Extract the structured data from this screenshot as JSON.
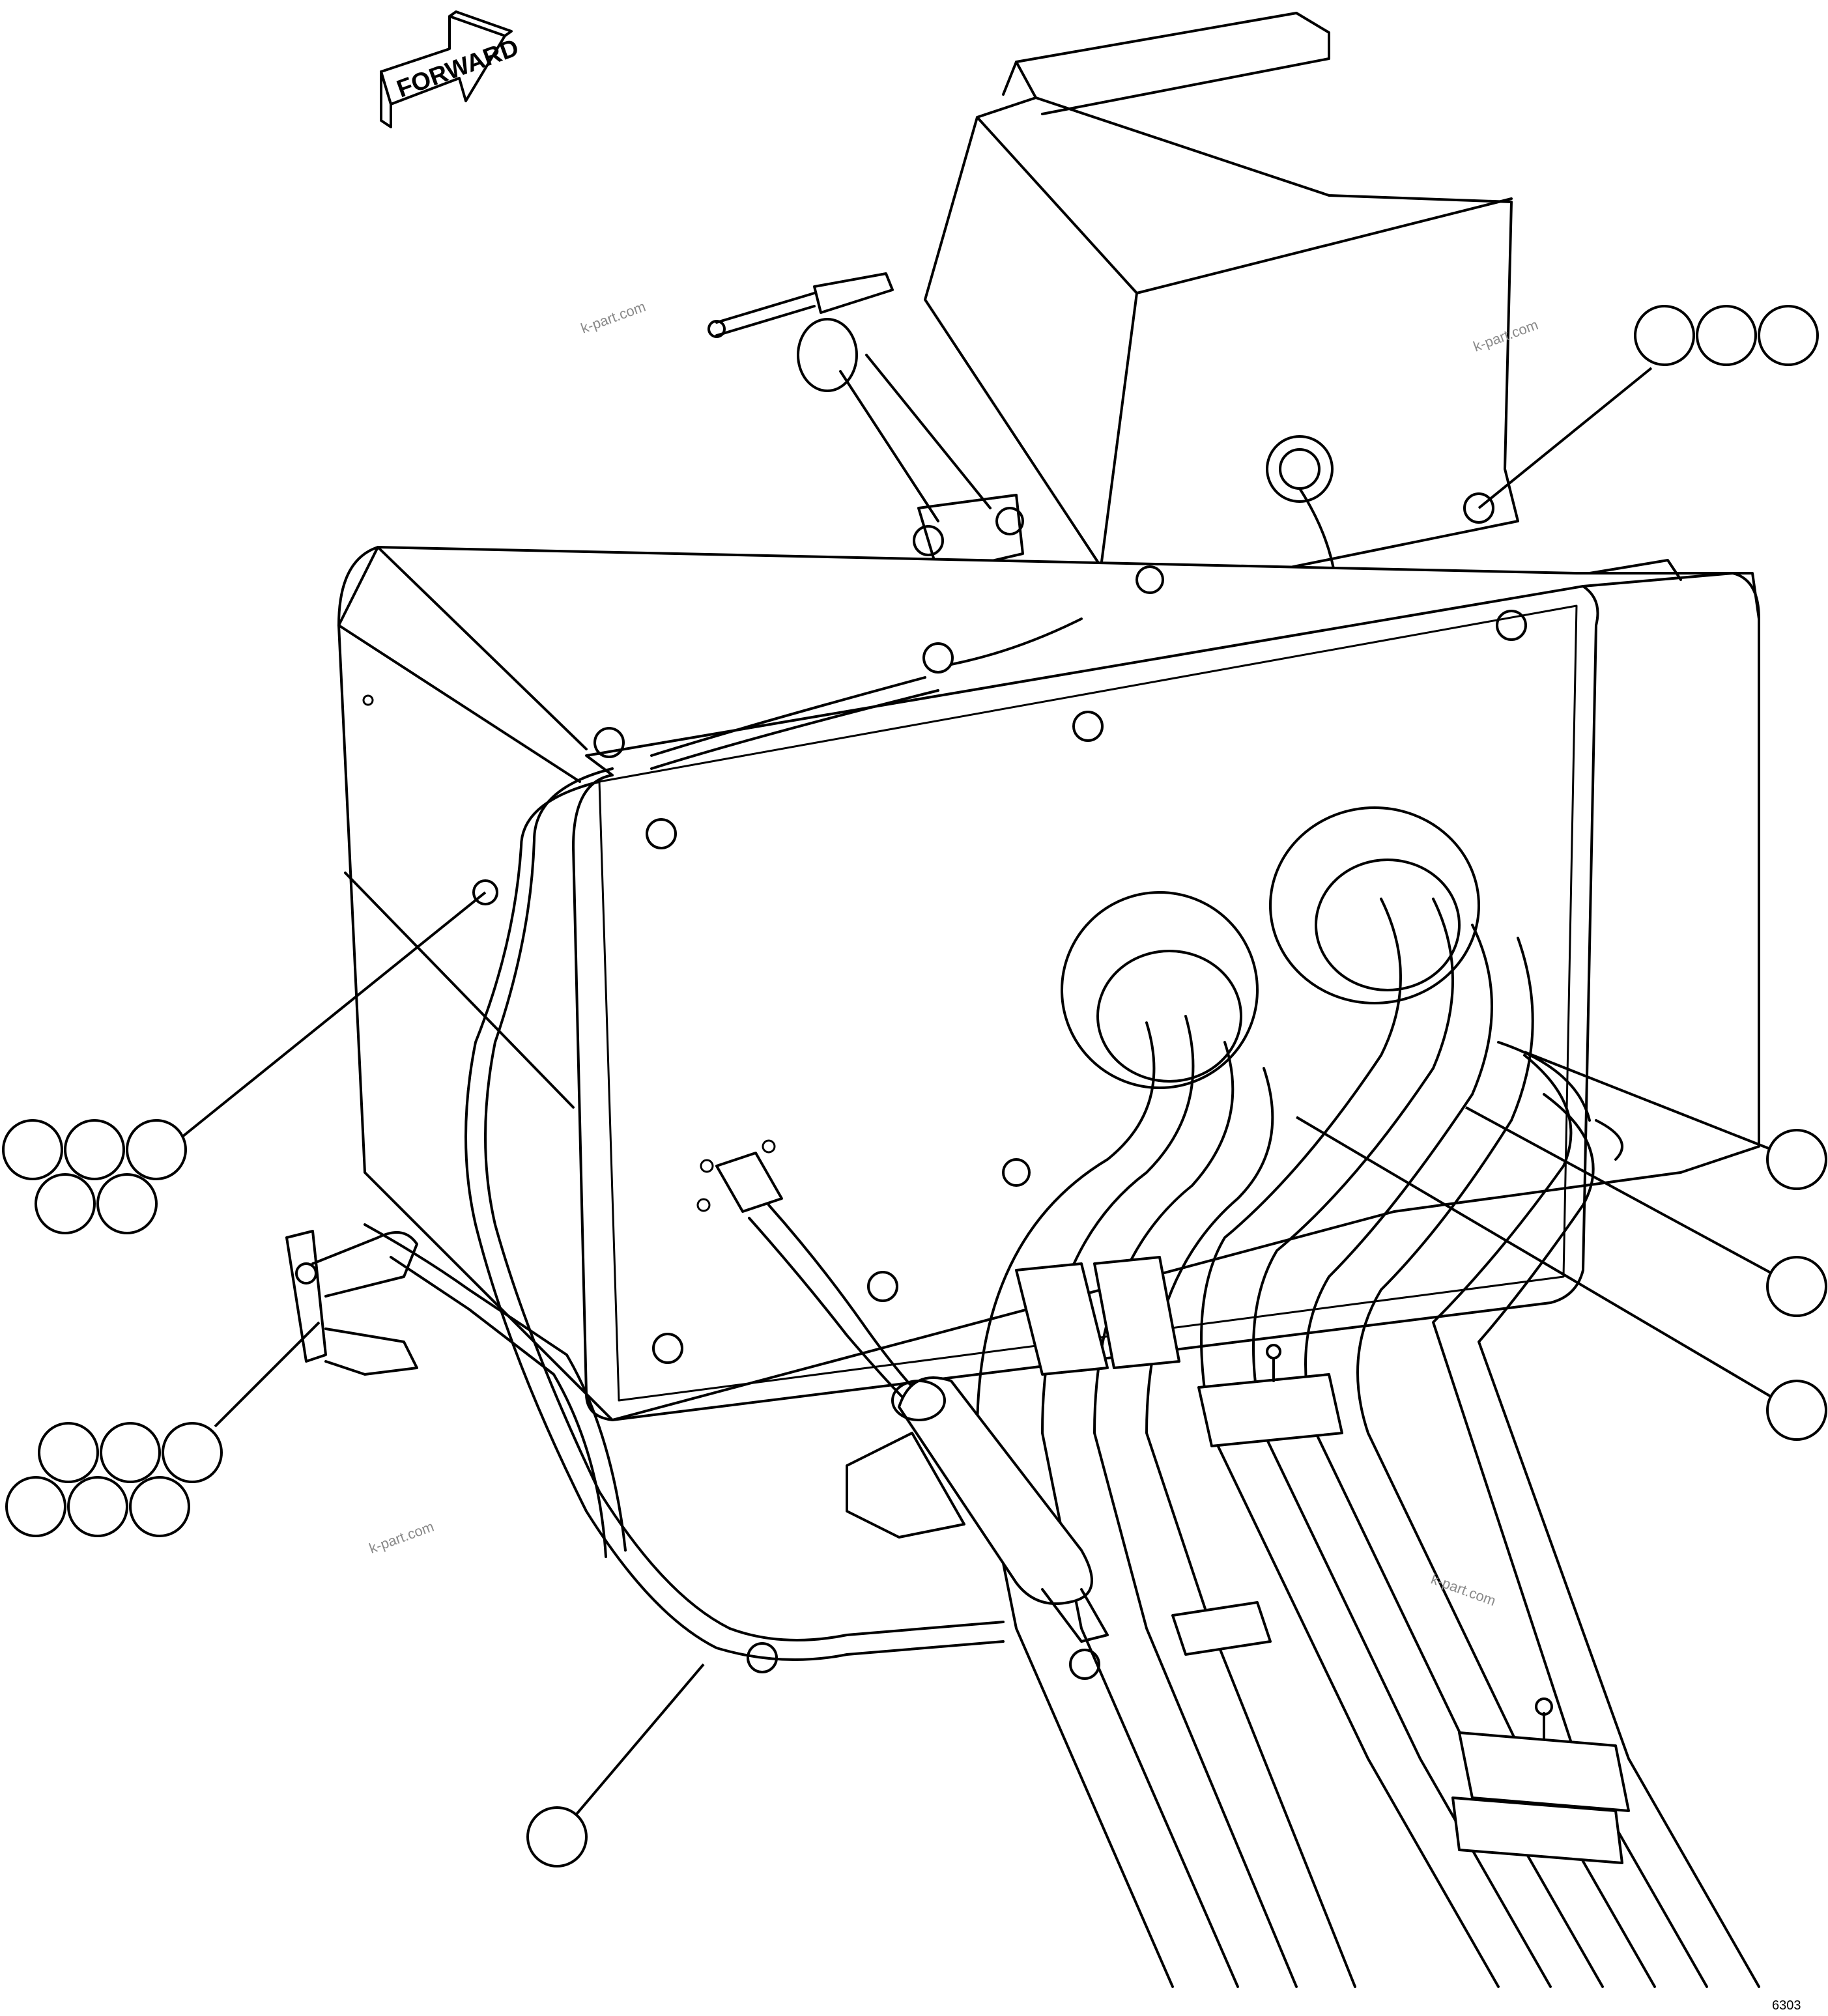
{
  "diagram": {
    "forward_label": "FORWARD",
    "watermark": "k-part.com",
    "figure_code": "6303",
    "callout_groups": [
      {
        "id": "top-right",
        "count": 3
      },
      {
        "id": "left-upper",
        "count": 5
      },
      {
        "id": "left-lower",
        "count": 6
      },
      {
        "id": "bottom",
        "count": 1
      },
      {
        "id": "right-1",
        "count": 1
      },
      {
        "id": "right-2",
        "count": 1
      },
      {
        "id": "right-3",
        "count": 1
      }
    ]
  }
}
